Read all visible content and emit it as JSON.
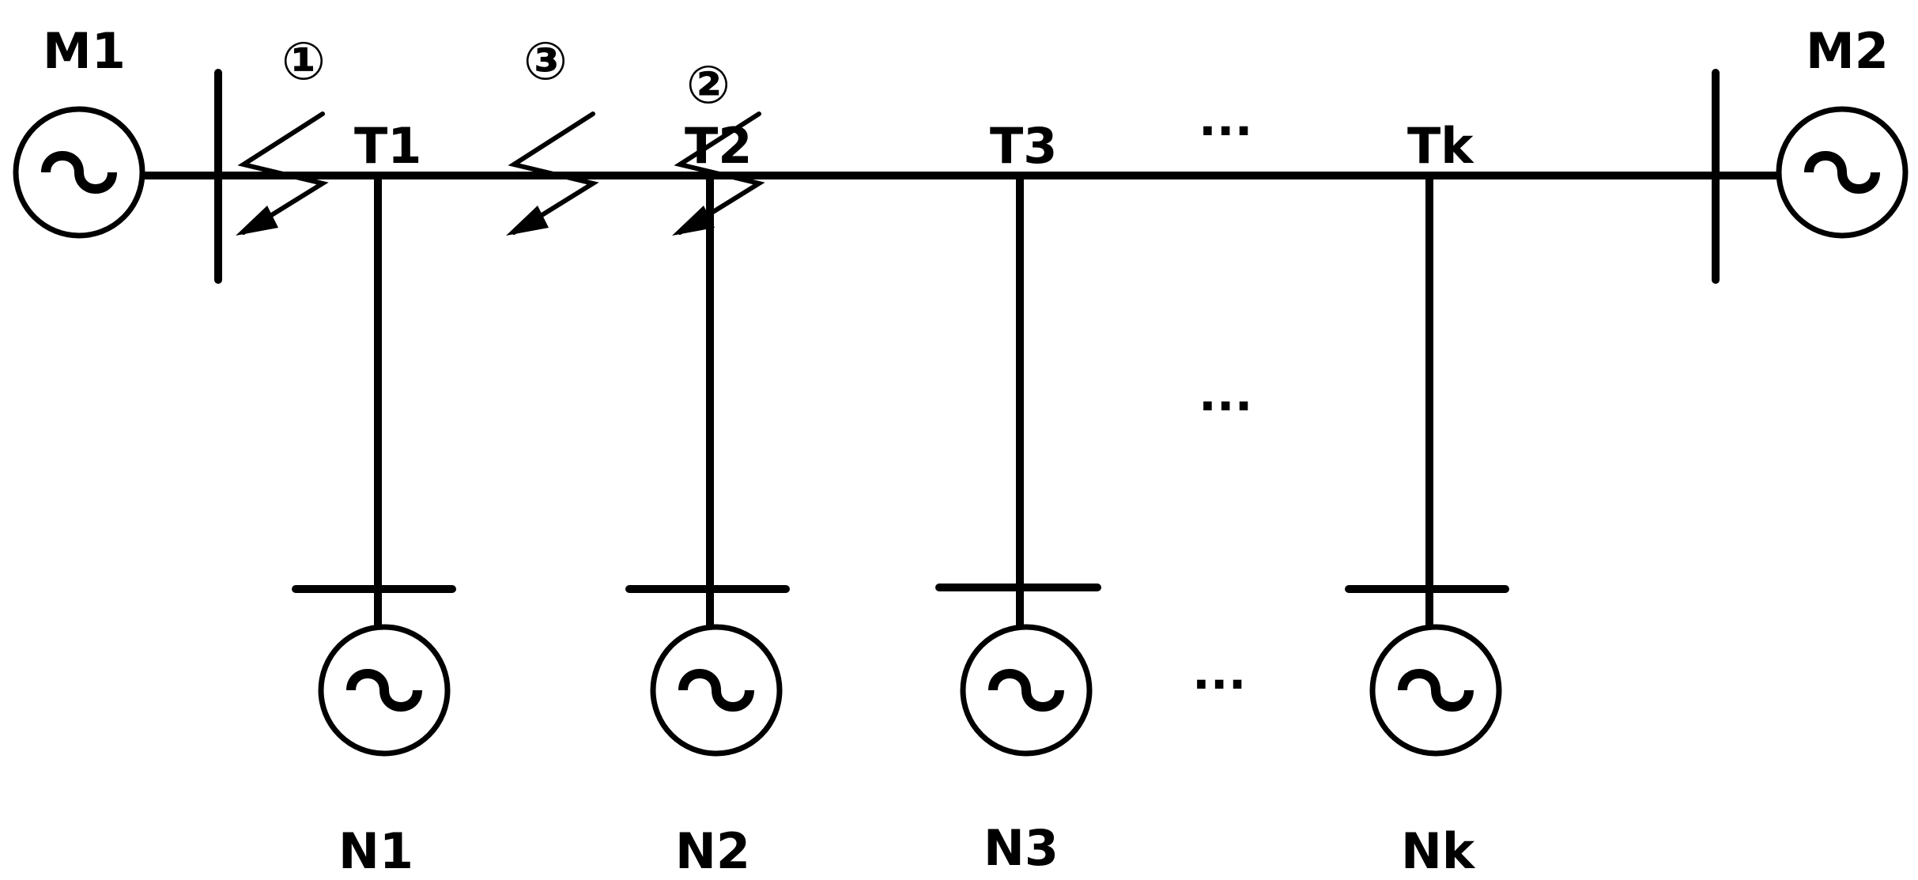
{
  "sources": {
    "left": "M1",
    "right": "M2"
  },
  "taps": [
    "T1",
    "T2",
    "T3",
    "Tk"
  ],
  "loads": [
    "N1",
    "N2",
    "N3",
    "Nk"
  ],
  "fault_markers": [
    "①",
    "③",
    "②"
  ],
  "ellipsis": "···",
  "colors": {
    "line": "#000000",
    "background": "#ffffff"
  },
  "icons": {
    "generator": "generator-icon",
    "fault": "fault-arrow-icon",
    "busbar": "busbar-icon"
  }
}
